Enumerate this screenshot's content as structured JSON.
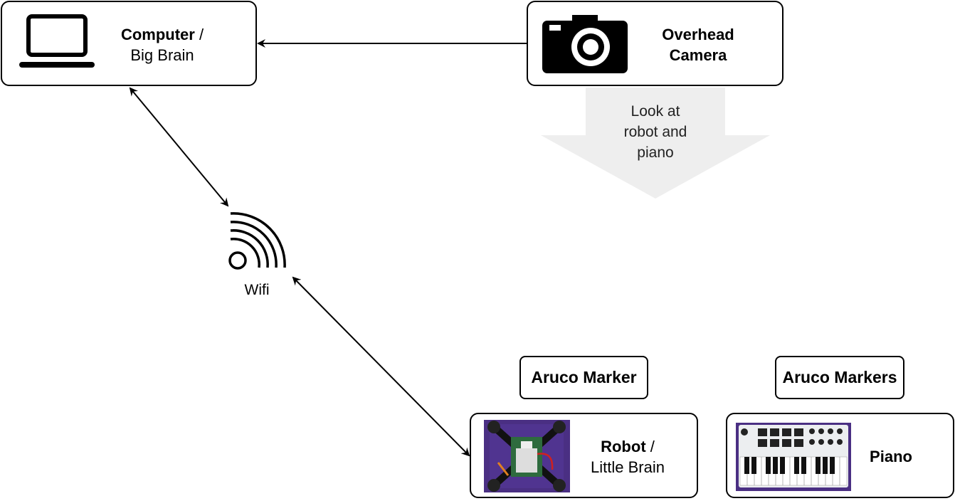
{
  "computer": {
    "title": "Computer",
    "separator": " /",
    "subtitle": "Big Brain",
    "icon": "laptop-icon"
  },
  "camera": {
    "title_line1": "Overhead",
    "title_line2": "Camera",
    "icon": "camera-icon"
  },
  "look_arrow": {
    "line1": "Look at",
    "line2": "robot and",
    "line3": "piano"
  },
  "wifi": {
    "label": "Wifi",
    "icon": "wifi-icon"
  },
  "robot": {
    "title": "Robot",
    "separator": " /",
    "subtitle": "Little Brain",
    "image": "robot-photo"
  },
  "piano": {
    "title": "Piano",
    "image": "piano-photo"
  },
  "markers": {
    "robot_marker": "Aruco Marker",
    "piano_markers": "Aruco Markers"
  },
  "colors": {
    "stroke": "#000000",
    "arrow_fill": "#eeeeee",
    "photo_bg": "#4a2f83"
  }
}
